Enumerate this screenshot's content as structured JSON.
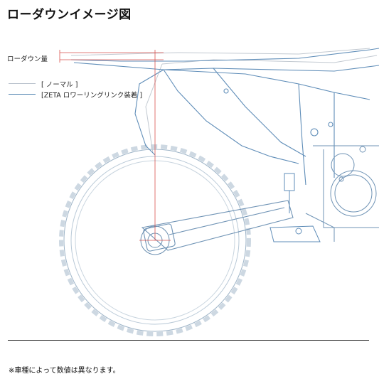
{
  "title": "ローダウンイメージ図",
  "lowdown_label": "ローダウン量",
  "legend": {
    "normal": "[ ノーマル ]",
    "zeta": "[ZETA ロワーリングリンク装着 ]"
  },
  "colors": {
    "normal": "#b9c2cc",
    "zeta": "#4a7fae",
    "guide": "#d9534f"
  },
  "footnote": "※車種によって数値は異なります。"
}
